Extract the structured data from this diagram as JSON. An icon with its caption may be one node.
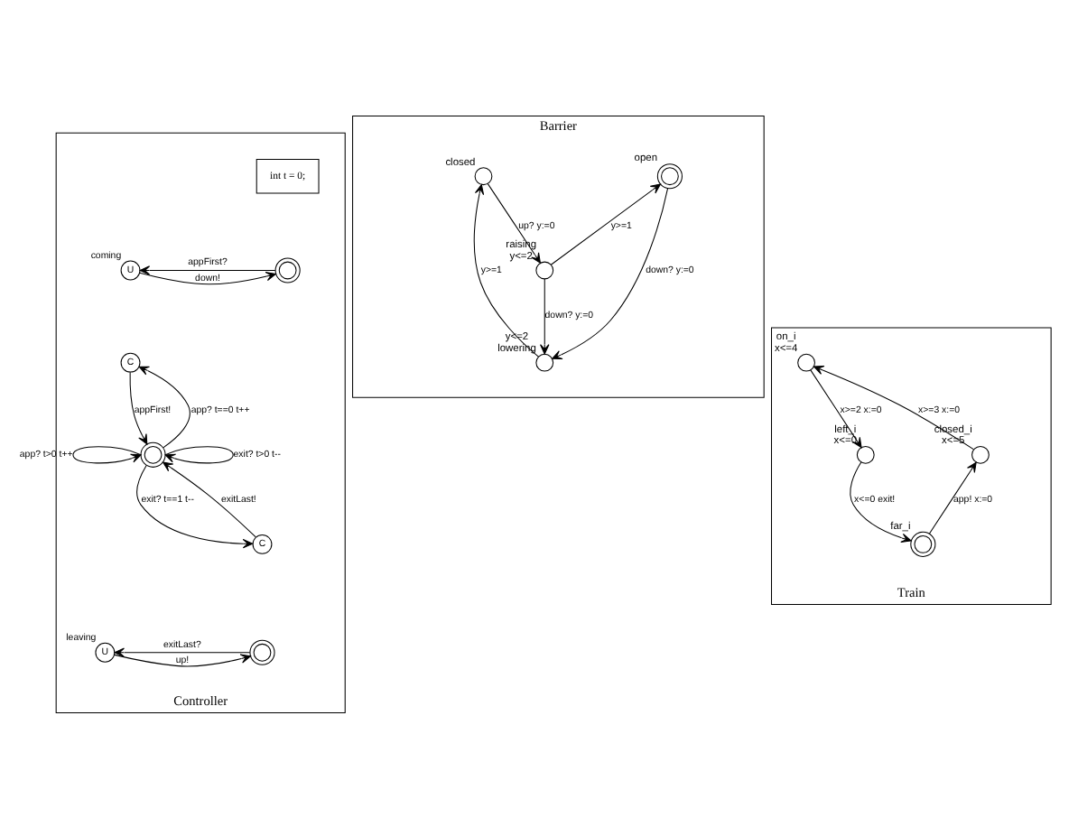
{
  "diagram": {
    "nodes": [
      {
        "text": [
          "Controller"
        ]
      },
      {
        "text": [
          "int t = 0;"
        ],
        "in": 0
      },
      {
        "text": [],
        "shape": "circle",
        "in": 0
      },
      {
        "text": [
          "U"
        ],
        "beside": [
          "coming"
        ],
        "in": 0
      },
      {
        "text": [
          "C"
        ],
        "in": 0
      },
      {
        "text": [],
        "shape": "circle",
        "in": 0
      },
      {
        "text": [
          "C"
        ],
        "in": 0
      },
      {
        "text": [],
        "shape": "circle",
        "in": 0
      },
      {
        "text": [
          "U"
        ],
        "beside": [
          "leaving"
        ],
        "in": 0
      },
      {
        "text": [
          "Barrier"
        ]
      },
      {
        "text": [],
        "shape": "circle",
        "beside": [
          "open"
        ],
        "in": 9
      },
      {
        "text": [],
        "shape": "circle",
        "beside": [
          "y<=2",
          "lowering"
        ],
        "in": 9
      },
      {
        "text": [],
        "shape": "circle",
        "beside": [
          "closed"
        ],
        "in": 9
      },
      {
        "text": [],
        "shape": "circle",
        "beside": [
          "raising",
          "y<=2"
        ],
        "in": 9
      },
      {
        "text": [
          "Train"
        ]
      },
      {
        "text": [],
        "shape": "circle",
        "beside": [
          "on_i",
          "x<=4"
        ],
        "in": 14
      },
      {
        "text": [],
        "shape": "circle",
        "beside": [
          "closed_i",
          "x<=5"
        ],
        "in": 14
      },
      {
        "text": [],
        "shape": "circle",
        "beside": [
          "left_i",
          "x<=0"
        ],
        "in": 14
      },
      {
        "text": [],
        "shape": "circle",
        "beside": [
          "far_i"
        ],
        "in": 14
      }
    ],
    "edges": [
      {
        "from": 2,
        "to": 3,
        "arrow": "to",
        "label": "appFirst?"
      },
      {
        "from": 3,
        "to": 2,
        "arrow": "to",
        "label": "down!"
      },
      {
        "from": 5,
        "to": 4,
        "arrow": "to",
        "label": "app? t==0 t++"
      },
      {
        "from": 4,
        "to": 5,
        "arrow": "to",
        "label": "appFirst!"
      },
      {
        "from": 5,
        "to": 5,
        "arrow": "to",
        "label": "app? t>0 t++"
      },
      {
        "from": 5,
        "to": 5,
        "arrow": "to",
        "label": "exit? t>0 t--"
      },
      {
        "from": 5,
        "to": 6,
        "arrow": "to",
        "label": "exit? t==1 t--"
      },
      {
        "from": 6,
        "to": 5,
        "arrow": "to",
        "label": "exitLast!"
      },
      {
        "from": 7,
        "to": 8,
        "arrow": "to",
        "label": "exitLast?"
      },
      {
        "from": 8,
        "to": 7,
        "arrow": "to",
        "label": "up!"
      },
      {
        "from": 10,
        "to": 11,
        "arrow": "to",
        "label": "down? y:=0"
      },
      {
        "from": 11,
        "to": 12,
        "arrow": "to",
        "label": "y>=1"
      },
      {
        "from": 12,
        "to": 13,
        "arrow": "to",
        "label": "up? y:=0"
      },
      {
        "from": 13,
        "to": 11,
        "arrow": "to",
        "label": "down? y:=0"
      },
      {
        "from": 13,
        "to": 10,
        "arrow": "to",
        "label": "y>=1"
      },
      {
        "from": 16,
        "to": 15,
        "arrow": "to",
        "label": "x>=3 x:=0"
      },
      {
        "from": 15,
        "to": 17,
        "arrow": "to",
        "label": "x>=2 x:=0"
      },
      {
        "from": 17,
        "to": 18,
        "arrow": "to",
        "label": "x<=0 exit!"
      },
      {
        "from": 18,
        "to": 16,
        "arrow": "to",
        "label": "app! x:=0"
      }
    ]
  }
}
